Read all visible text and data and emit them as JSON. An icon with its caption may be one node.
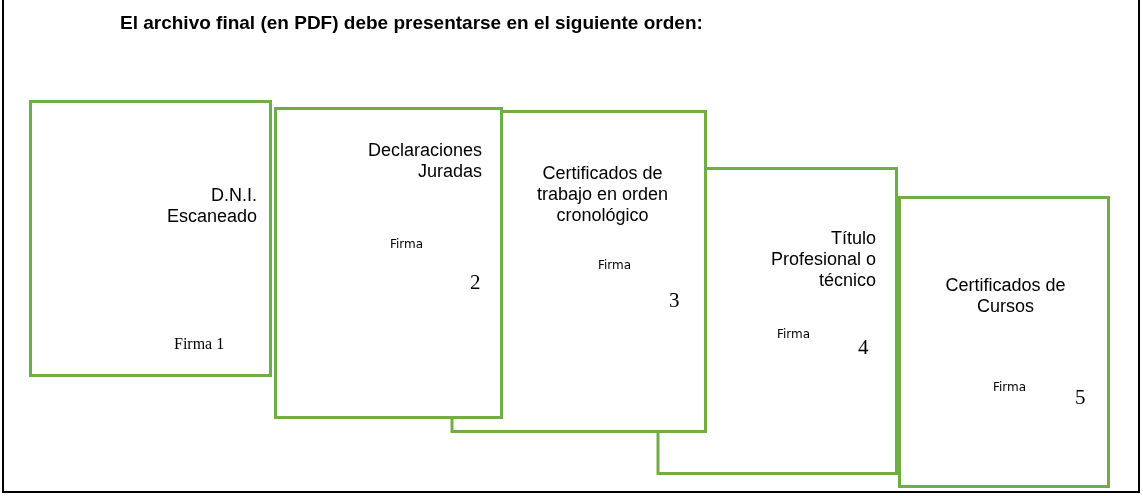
{
  "diagram": {
    "title": "El archivo final (en PDF) debe presentarse en el siguiente orden:",
    "nodes": [
      {
        "text": [
          "D.N.I. Escaneado",
          "Firma 1"
        ]
      },
      {
        "text": [
          "Declaraciones Juradas",
          "Firma",
          "2"
        ]
      },
      {
        "text": [
          "Certificados de trabajo en orden cronológico",
          "Firma",
          "3"
        ]
      },
      {
        "text": [
          "Título Profesional o técnico",
          "Firma",
          "4"
        ]
      },
      {
        "text": [
          "Certificados de Cursos",
          "Firma",
          "5"
        ]
      }
    ]
  }
}
